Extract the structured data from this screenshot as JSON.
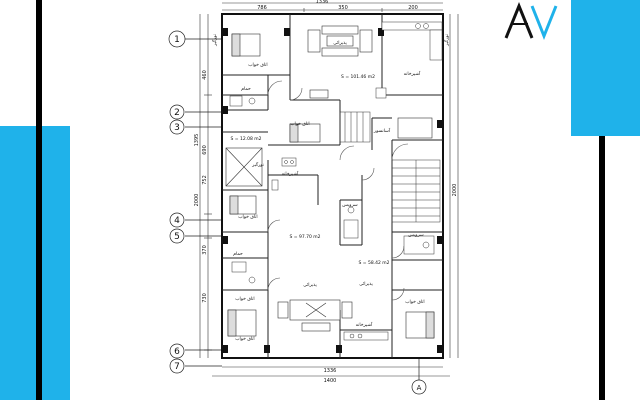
{
  "colors": {
    "accent": "#1fb2ea",
    "bar": "#000000",
    "line": "#1a1a1a",
    "dim_text": "#333333"
  },
  "logo": {
    "icon": "av-monogram-icon"
  },
  "grid_axes": [
    "1",
    "2",
    "3",
    "4",
    "5",
    "6",
    "7"
  ],
  "grid_axis_bottom": "A",
  "dimensions": {
    "top_total": "1336",
    "top_segments": [
      "786",
      "350",
      "200"
    ],
    "left_segments": [
      "460",
      "690",
      "752",
      "370",
      "730"
    ],
    "left_total": "2000",
    "right_total": "2000",
    "left_extra": "1395",
    "bottom_total": "1336",
    "bottom_overall": "1400"
  },
  "rooms": [
    {
      "id": "living-top",
      "label": "پذیرائی"
    },
    {
      "id": "area-top",
      "label": "S = 101.46 m2"
    },
    {
      "id": "kitchen-top",
      "label": "آشپزخانه"
    },
    {
      "id": "bed-1",
      "label": "اتاق خواب"
    },
    {
      "id": "bath-1",
      "label": "حمام"
    },
    {
      "id": "bed-2",
      "label": "اتاق خواب"
    },
    {
      "id": "lobby-area",
      "label": "S = 12.08 m2"
    },
    {
      "id": "light-well",
      "label": "نورگیر"
    },
    {
      "id": "kitchen-mid",
      "label": "آشپزخانه"
    },
    {
      "id": "bed-3",
      "label": "اتاق خواب"
    },
    {
      "id": "wc-mid",
      "label": "سرویس"
    },
    {
      "id": "area-mid",
      "label": "S = 97.70 m2"
    },
    {
      "id": "elevator",
      "label": "آسانسور"
    },
    {
      "id": "area-right",
      "label": "S = 58.42 m2"
    },
    {
      "id": "living-right",
      "label": "پذیرائی"
    },
    {
      "id": "wc-right",
      "label": "سرویس"
    },
    {
      "id": "bath-2",
      "label": "حمام"
    },
    {
      "id": "bed-4",
      "label": "اتاق خواب"
    },
    {
      "id": "living-bottom",
      "label": "پذیرائی"
    },
    {
      "id": "bed-5",
      "label": "اتاق خواب"
    },
    {
      "id": "bed-6",
      "label": "اتاق خواب"
    },
    {
      "id": "kitchen-bottom",
      "label": "آشپزخانه"
    },
    {
      "id": "side-yard-left",
      "label": "نورگیر"
    },
    {
      "id": "side-yard-right",
      "label": "نورگیر"
    }
  ]
}
